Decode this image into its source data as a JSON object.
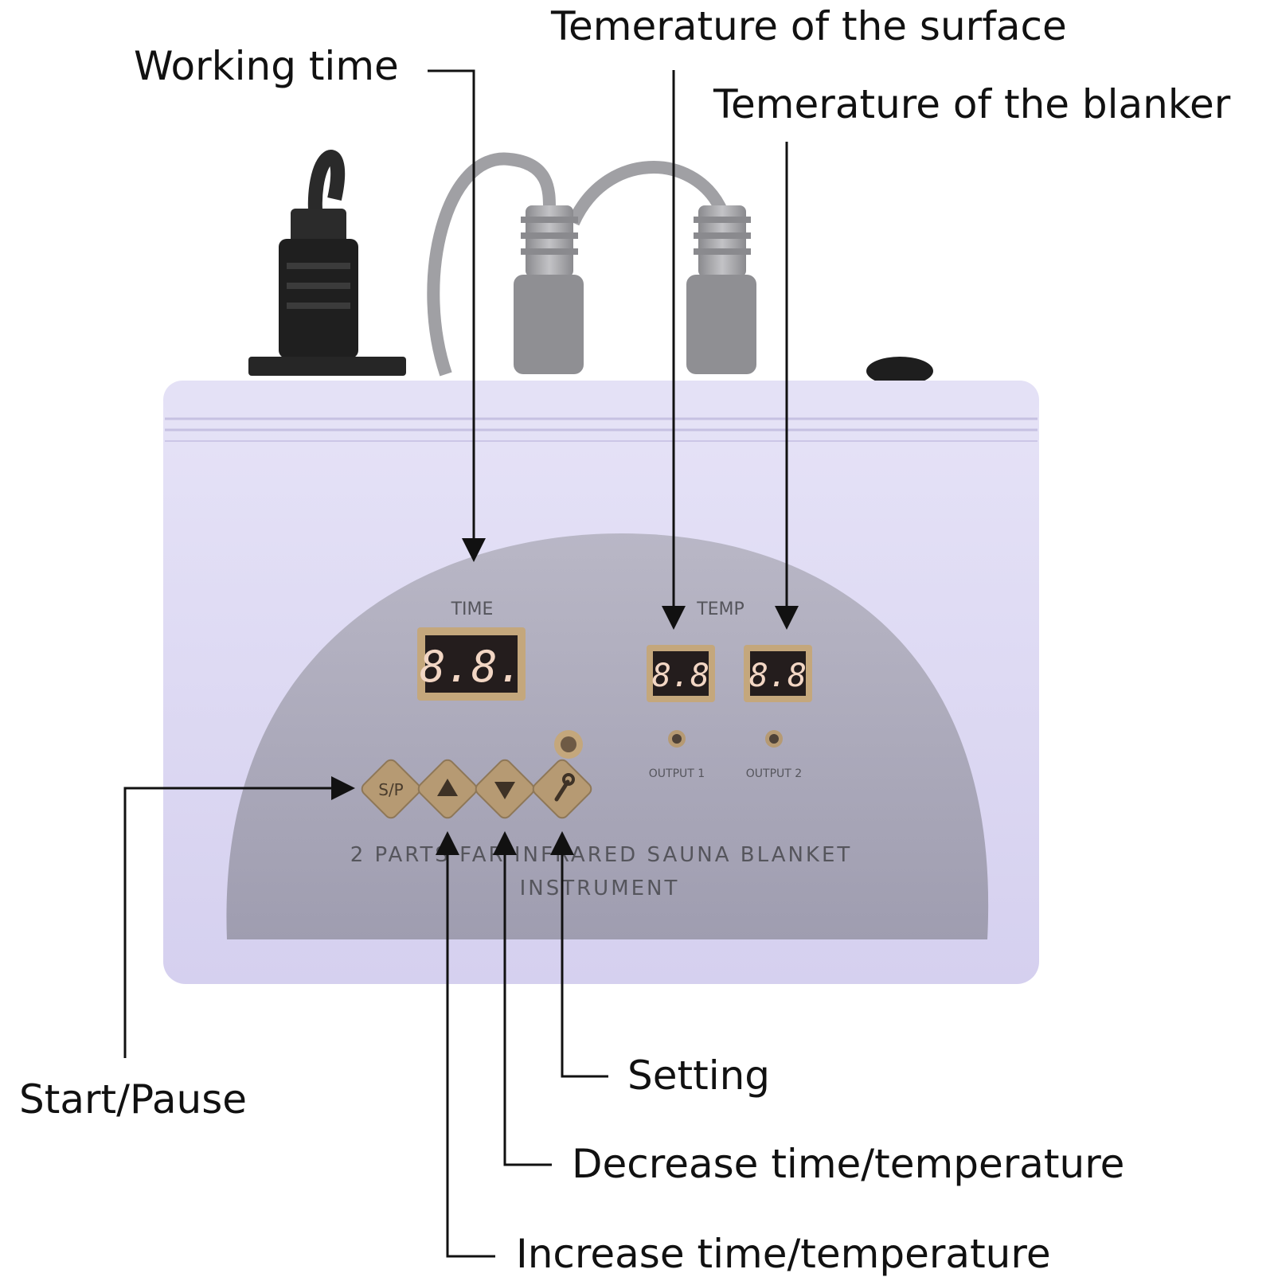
{
  "callouts": {
    "working_time": "Working time",
    "temp_surface": "Temerature of the surface",
    "temp_blanker": "Temerature of the blanker",
    "start_pause": "Start/Pause",
    "setting": "Setting",
    "decrease": "Decrease time/temperature",
    "increase": "Increase time/temperature"
  },
  "panel": {
    "time_label": "TIME",
    "temp_label": "TEMP",
    "output1": "OUTPUT 1",
    "output2": "OUTPUT 2",
    "time_display": "8.8.",
    "temp1_display": "8.8",
    "temp2_display": "8.8",
    "sp_key": "S/P",
    "brand_line1": "2 PARTS FAR INFRARED SAUNA BLANKET",
    "brand_line2": "INSTRUMENT"
  },
  "icons": {
    "up": "triangle-up-icon",
    "down": "triangle-down-icon",
    "setting": "wrench-icon"
  },
  "colors": {
    "body": "#dcd8f2",
    "panel": "#a9a7b8",
    "button": "#b69a73",
    "display_bezel": "#c4a77c",
    "display_bg": "#241d1d",
    "arrow": "#111111"
  }
}
